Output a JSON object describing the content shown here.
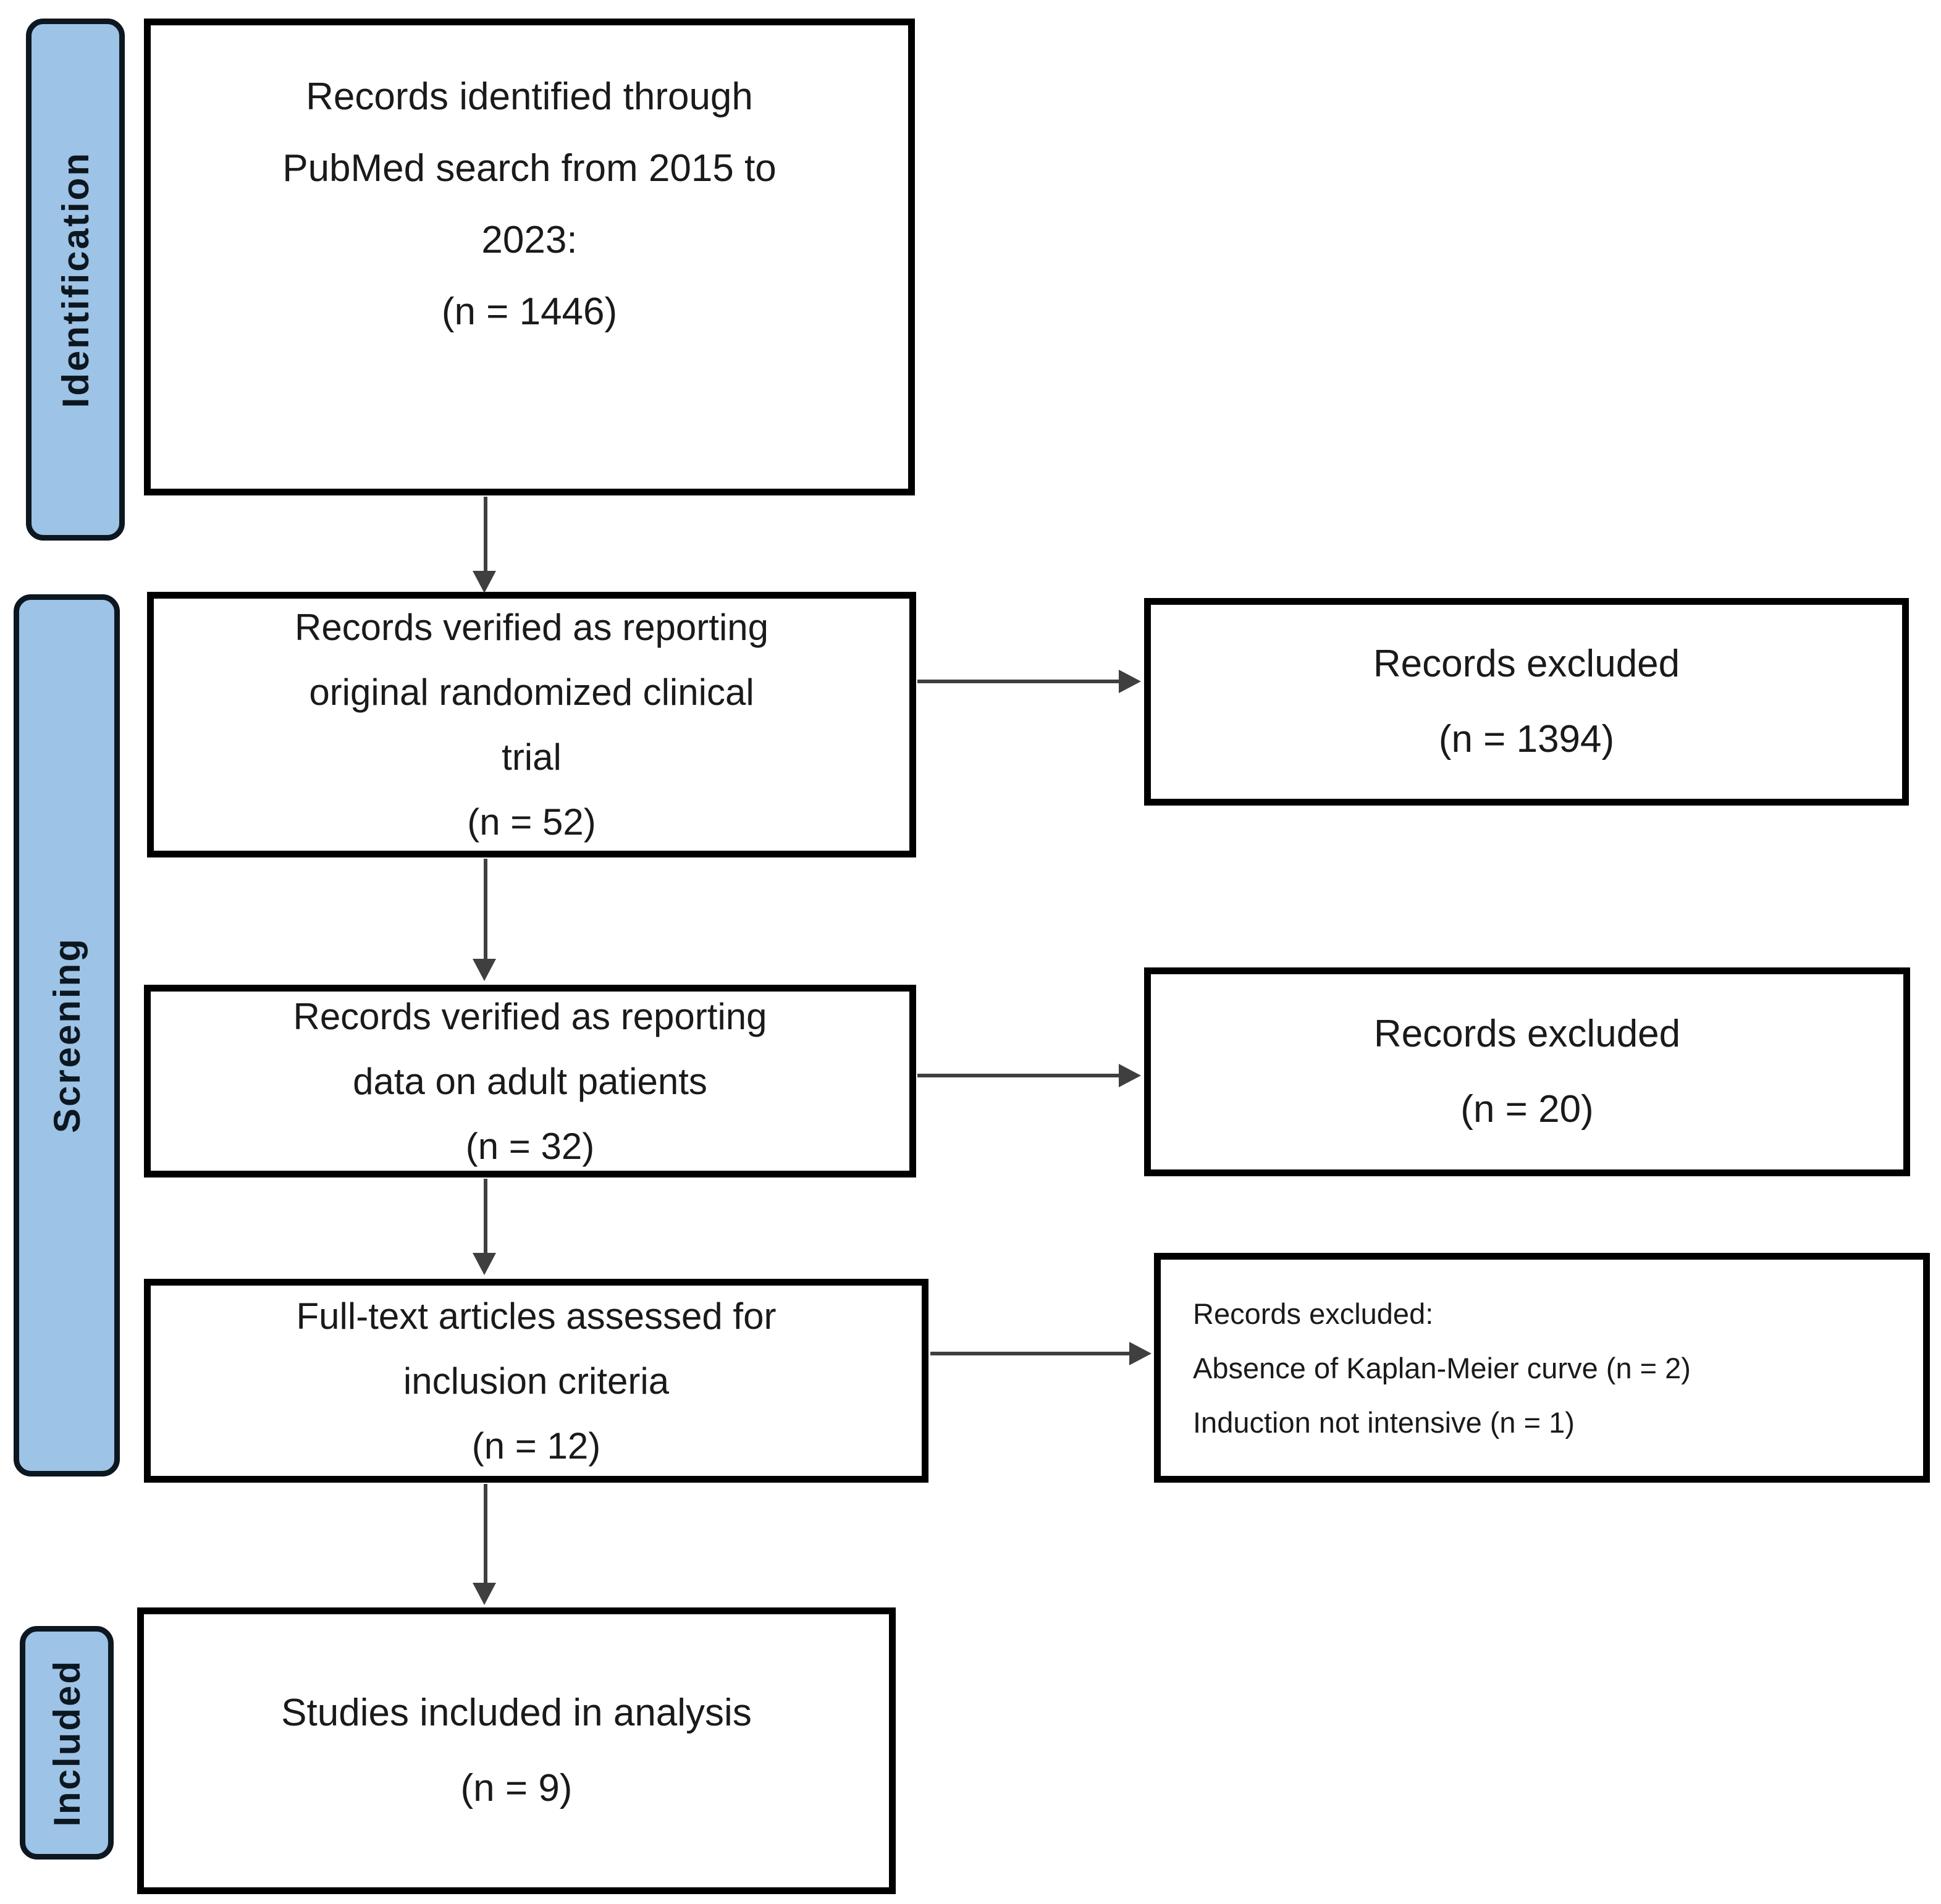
{
  "flow": {
    "stages": [
      {
        "label": "Identification"
      },
      {
        "label": "Screening"
      },
      {
        "label": "Included"
      }
    ],
    "main_boxes": [
      {
        "lines": [
          "Records identified through",
          "PubMed search from 2015 to",
          "2023:",
          "(n = 1446)"
        ]
      },
      {
        "lines": [
          "Records verified as reporting",
          "original randomized clinical",
          "trial",
          "(n = 52)"
        ]
      },
      {
        "lines": [
          "Records verified as reporting",
          "data on adult patients",
          "(n = 32)"
        ]
      },
      {
        "lines": [
          "Full-text articles assessed for",
          "inclusion criteria",
          "(n = 12)"
        ]
      },
      {
        "lines": [
          "Studies included in analysis",
          "(n = 9)"
        ]
      }
    ],
    "exclusion_boxes": [
      {
        "lines": [
          "Records excluded",
          "(n = 1394)"
        ]
      },
      {
        "lines": [
          "Records excluded",
          "(n = 20)"
        ]
      },
      {
        "lines": [
          "Records excluded:",
          "Absence of Kaplan-Meier curve (n = 2)",
          "Induction not intensive (n = 1)"
        ]
      }
    ],
    "counts": {
      "records_identified": 1446,
      "verified_rct": 52,
      "verified_adult": 32,
      "fulltext_assessed": 12,
      "studies_included": 9,
      "excluded_after_identification": 1394,
      "excluded_not_adult": 20,
      "excluded_no_kaplan_meier": 2,
      "excluded_induction_not_intensive": 1
    }
  },
  "colors": {
    "stage_fill": "#9DC3E6",
    "stage_border": "#0d1720",
    "box_fill": "#ffffff",
    "box_border": "#000000",
    "arrow": "#3f3f3f",
    "text": "#1a1a1a",
    "background": "#ffffff"
  }
}
